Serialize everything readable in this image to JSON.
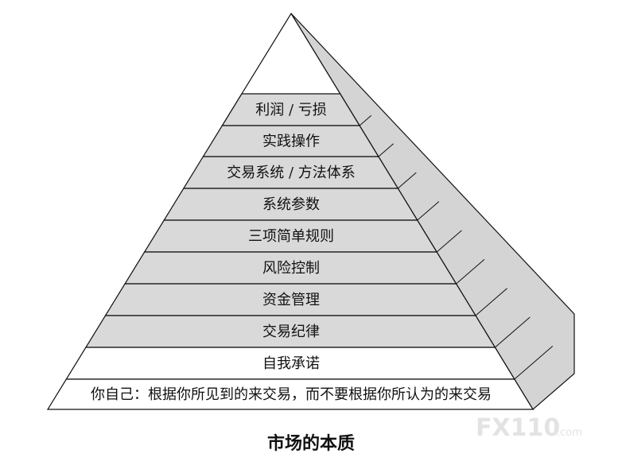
{
  "diagram": {
    "layers": [
      {
        "label": "利润 / 亏损",
        "fill": "#d9d9d9"
      },
      {
        "label": "实践操作",
        "fill": "#d9d9d9"
      },
      {
        "label": "交易系统 / 方法体系",
        "fill": "#d9d9d9"
      },
      {
        "label": "系统参数",
        "fill": "#d9d9d9"
      },
      {
        "label": "三项简单规则",
        "fill": "#d9d9d9"
      },
      {
        "label": "风险控制",
        "fill": "#d9d9d9"
      },
      {
        "label": "资金管理",
        "fill": "#d9d9d9"
      },
      {
        "label": "交易纪律",
        "fill": "#d9d9d9"
      },
      {
        "label": "自我承诺",
        "fill": "#ffffff"
      },
      {
        "label": "你自己：根据你所见到的来交易，而不要根据你所认为的来交易",
        "fill": "#ffffff"
      }
    ],
    "apex_fill": "#ffffff",
    "side_fill": "#d4d4d4",
    "stroke": "#111111"
  },
  "caption": "市场的本质",
  "watermark": {
    "brand": "FX110",
    "domain": ".com"
  }
}
